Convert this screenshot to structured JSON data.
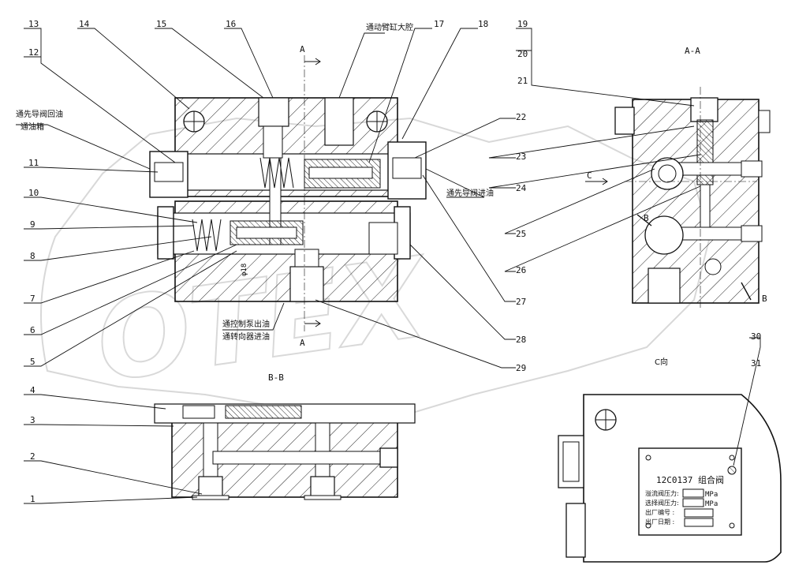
{
  "callouts": [
    "1",
    "2",
    "3",
    "4",
    "5",
    "6",
    "7",
    "8",
    "9",
    "10",
    "11",
    "12",
    "13",
    "14",
    "15",
    "16",
    "17",
    "18",
    "19",
    "20",
    "21",
    "22",
    "23",
    "24",
    "25",
    "26",
    "27",
    "28",
    "29",
    "30",
    "31"
  ],
  "annotations": {
    "to_steering_cylinder": "通动臂缸大腔",
    "pilot_return_line1": "通先导阀回油",
    "pilot_return_line2": "通油箱",
    "to_pilot_valve_inlet": "通先导阀进油",
    "control_pump_outlet": "通控制泵出油",
    "steering_gear_inlet": "通转向器进油",
    "diameter": "φ18"
  },
  "views": {
    "section_aa": "A-A",
    "section_bb": "B-B",
    "direction_c": "C向",
    "arrow_a_top": "A",
    "arrow_a_bottom": "A",
    "arrow_b": "B",
    "arrow_b2": "B",
    "arrow_c": "C"
  },
  "nameplate": {
    "title": "12C0137 组合阀",
    "rows": [
      {
        "label": "溢流阀压力:",
        "unit": "MPa"
      },
      {
        "label": "选择阀压力:",
        "unit": "MPa"
      },
      {
        "label": "出厂编号  :",
        "unit": ""
      },
      {
        "label": "出厂日期  :",
        "unit": ""
      }
    ]
  },
  "watermark": "OTEX"
}
